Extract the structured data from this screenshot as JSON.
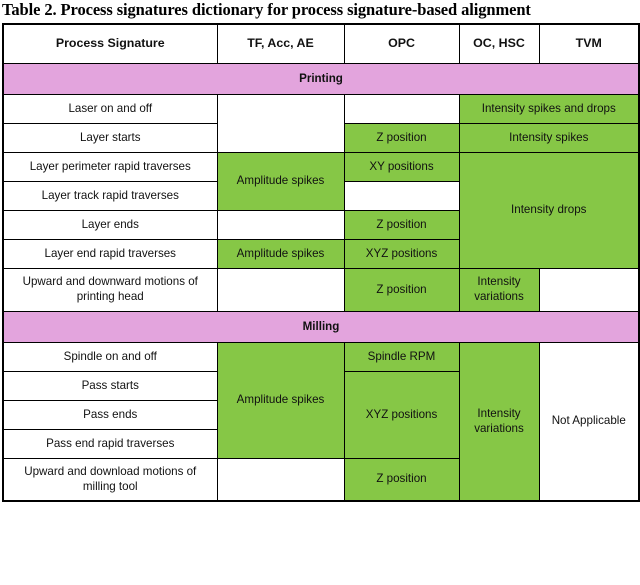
{
  "title": "Table 2. Process signatures dictionary for process signature-based alignment",
  "colors": {
    "header_pink": "#e3a4dd",
    "cell_green": "#86c746",
    "cell_white": "#ffffff",
    "border": "#000000"
  },
  "columns": [
    {
      "key": "signature",
      "label": "Process Signature"
    },
    {
      "key": "tf",
      "label": "TF, Acc, AE"
    },
    {
      "key": "opc",
      "label": "OPC"
    },
    {
      "key": "oc",
      "label": "OC, HSC"
    },
    {
      "key": "tvm",
      "label": "TVM"
    }
  ],
  "sections": [
    {
      "banner": "Printing",
      "rows": [
        {
          "signature": "Laser on and off"
        },
        {
          "signature": "Layer starts"
        },
        {
          "signature": "Layer perimeter rapid traverses"
        },
        {
          "signature": "Layer track rapid traverses"
        },
        {
          "signature": "Layer ends"
        },
        {
          "signature": "Layer end rapid traverses"
        },
        {
          "signature": "Upward and downward motions of printing head"
        }
      ],
      "cells": {
        "tf": [
          {
            "text": "",
            "rowspan": 2,
            "fill": "white"
          },
          {
            "text": "Amplitude spikes",
            "rowspan": 2,
            "fill": "green"
          },
          {
            "text": "",
            "rowspan": 1,
            "fill": "white"
          },
          {
            "text": "Amplitude spikes",
            "rowspan": 1,
            "fill": "green"
          },
          {
            "text": "",
            "rowspan": 1,
            "fill": "white"
          }
        ],
        "opc": [
          {
            "text": "",
            "rowspan": 1,
            "fill": "white"
          },
          {
            "text": "Z position",
            "rowspan": 1,
            "fill": "green"
          },
          {
            "text": "XY positions",
            "rowspan": 1,
            "fill": "green"
          },
          {
            "text": "",
            "rowspan": 1,
            "fill": "white"
          },
          {
            "text": "Z position",
            "rowspan": 1,
            "fill": "green"
          },
          {
            "text": "XYZ positions",
            "rowspan": 1,
            "fill": "green"
          },
          {
            "text": "Z position",
            "rowspan": 1,
            "fill": "green"
          }
        ],
        "oc": [
          {
            "text": "Intensity spikes and drops",
            "rowspan": 1,
            "colspan": 2,
            "fill": "green"
          },
          {
            "text": "Intensity spikes",
            "rowspan": 1,
            "colspan": 2,
            "fill": "green"
          },
          {
            "text": "Intensity drops",
            "rowspan": 4,
            "colspan": 2,
            "fill": "green"
          },
          {
            "text": "Intensity variations",
            "rowspan": 1,
            "colspan": 1,
            "fill": "green"
          },
          {
            "text": "",
            "rowspan": 1,
            "colspan": 1,
            "fill": "white"
          }
        ]
      }
    },
    {
      "banner": "Milling",
      "rows": [
        {
          "signature": "Spindle on and off"
        },
        {
          "signature": "Pass starts"
        },
        {
          "signature": "Pass ends"
        },
        {
          "signature": "Pass end rapid traverses"
        },
        {
          "signature": "Upward and download motions of milling tool"
        }
      ],
      "cells": {
        "tf": [
          {
            "text": "Amplitude spikes",
            "rowspan": 4,
            "fill": "green"
          },
          {
            "text": "",
            "rowspan": 1,
            "fill": "white"
          }
        ],
        "opc": [
          {
            "text": "Spindle RPM",
            "rowspan": 1,
            "fill": "green"
          },
          {
            "text": "XYZ positions",
            "rowspan": 3,
            "fill": "green"
          },
          {
            "text": "Z position",
            "rowspan": 1,
            "fill": "green"
          }
        ],
        "oc": [
          {
            "text": "Intensity variations",
            "rowspan": 5,
            "fill": "green"
          }
        ],
        "tvm": [
          {
            "text": "Not Applicable",
            "rowspan": 5,
            "fill": "white"
          }
        ]
      }
    }
  ]
}
